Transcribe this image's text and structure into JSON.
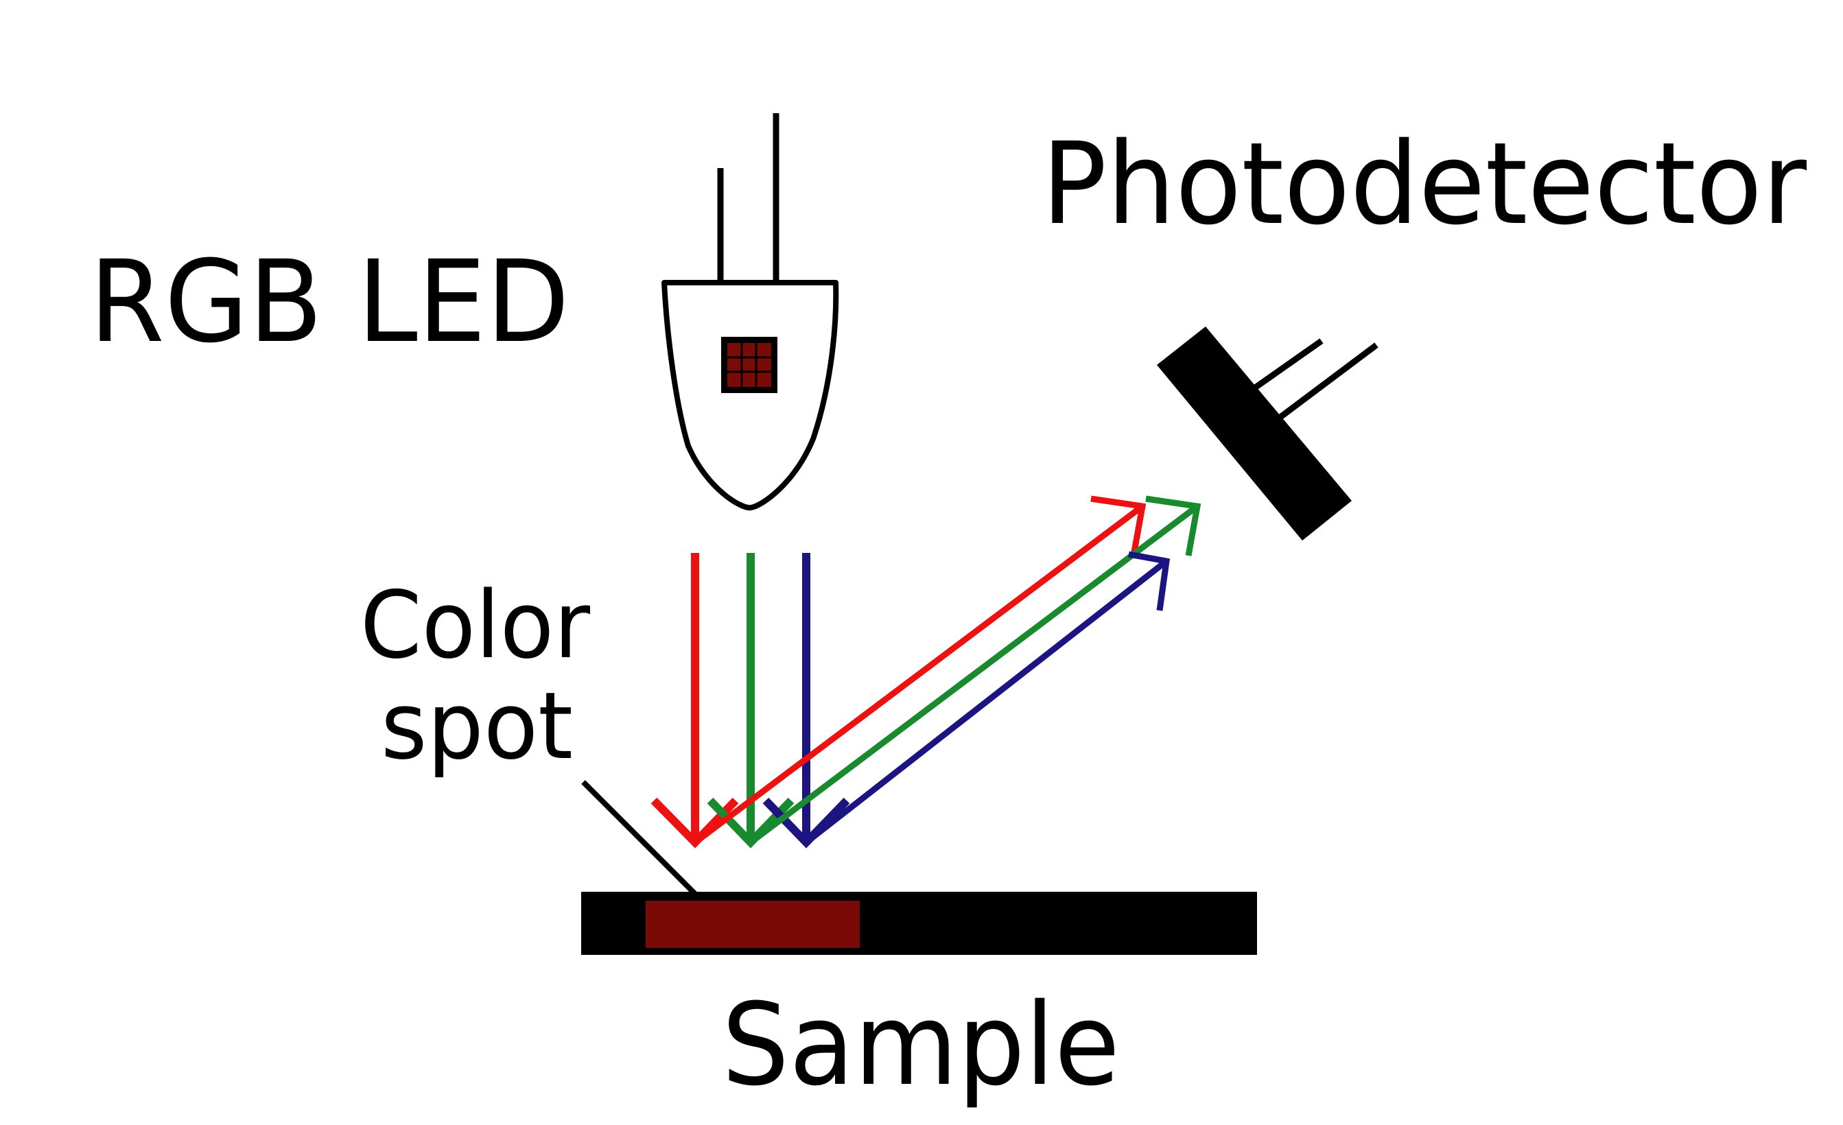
{
  "labels": {
    "led": "RGB LED",
    "photodetector": "Photodetector",
    "color_spot_line1": "Color",
    "color_spot_line2": "spot",
    "sample": "Sample"
  },
  "colors": {
    "red_beam": "#ee1111",
    "green_beam": "#1a8a2e",
    "blue_beam": "#1c1480",
    "spot": "#7a0a06",
    "ink": "#000000"
  },
  "icons": [
    "led-icon",
    "photodetector-icon",
    "sample-slab"
  ]
}
